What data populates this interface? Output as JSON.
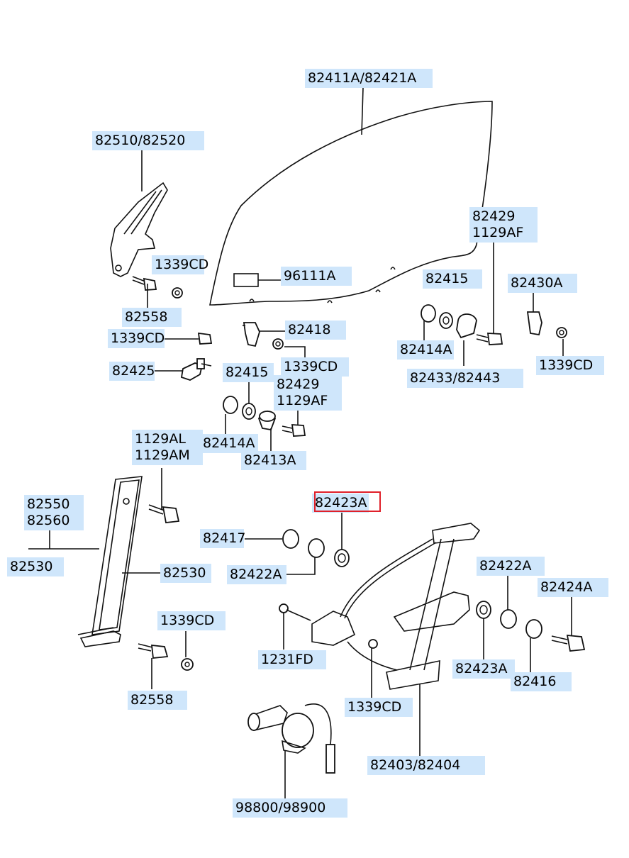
{
  "labels": {
    "glass": "82411A/82421A",
    "channel_upper": "82510/82520",
    "bolt_1339_a": "1339CD",
    "bolt_82558_a": "82558",
    "nut_1339_b": "1339CD",
    "clip_82425": "82425",
    "sticker": "96111A",
    "holder_82418": "82418",
    "nut_1339_c": "1339CD",
    "bush_82415_a": "82415",
    "roller_82414_a": "82414A",
    "roller_82413": "82413A",
    "bolt_82429_a": "82429",
    "bolt_1129af_a": "1129AF",
    "bolt_82429_b": "82429",
    "bolt_1129af_b": "1129AF",
    "bush_82415_b": "82415",
    "roller_82414_b": "82414A",
    "clamp": "82433/82443",
    "stopper": "82430A",
    "nut_1339_d": "1339CD",
    "bolt_1129al": "1129AL",
    "bolt_1129am": "1129AM",
    "rail_82550": "82550",
    "rail_82560": "82560",
    "rail_82530_left": "82530",
    "rail_82530": "82530",
    "nut_1339_e": "1339CD",
    "bolt_82558_b": "82558",
    "bush_82417": "82417",
    "washer_82422_a": "82422A",
    "washer_82423_a": "82423A",
    "washer_82422_b": "82422A",
    "washer_82423_b": "82423A",
    "bolt_82424": "82424A",
    "bush_82416": "82416",
    "screw_1231": "1231FD",
    "nut_1339_f": "1339CD",
    "regulator": "82403/82404",
    "motor": "98800/98900"
  },
  "highlighted_part": "82423A",
  "highlight_color": "#e0202a",
  "label_bg_color": "#cfe6fb"
}
